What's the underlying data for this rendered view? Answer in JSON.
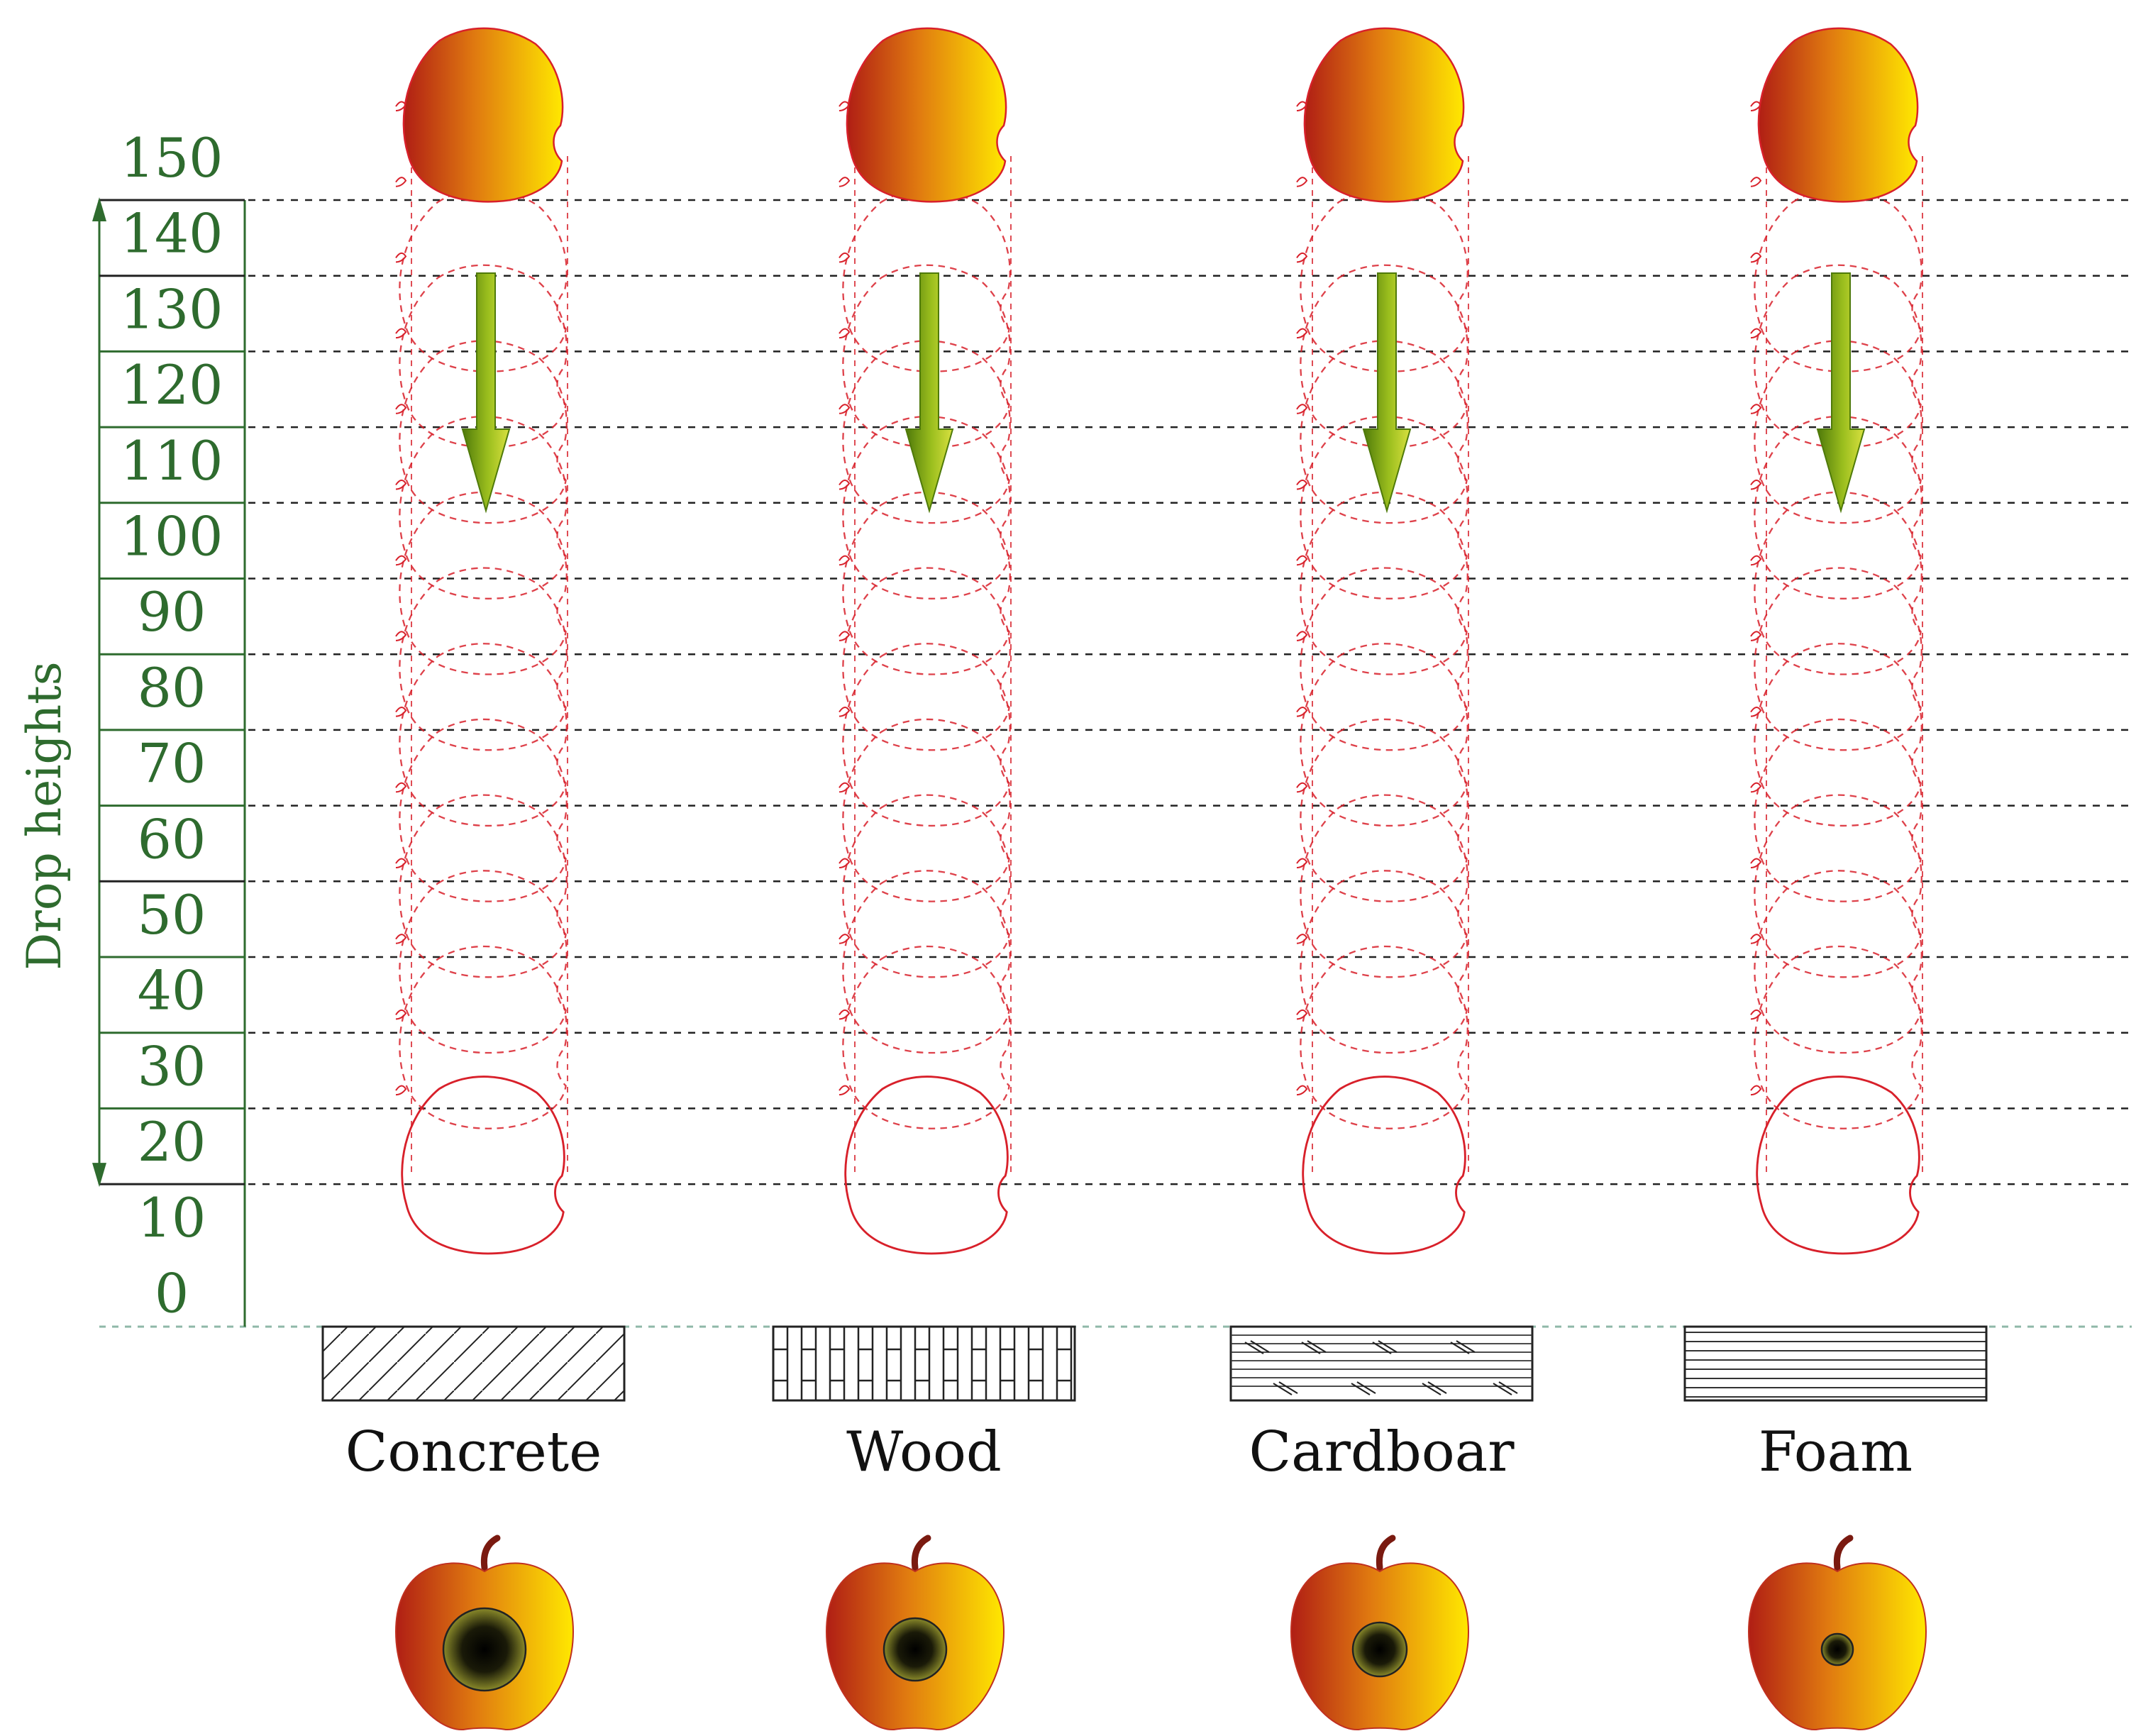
{
  "axis": {
    "title": "Drop heights",
    "ticks": [
      "150",
      "140",
      "130",
      "120",
      "110",
      "100",
      "90",
      "80",
      "70",
      "60",
      "50",
      "40",
      "30",
      "20",
      "10",
      "0"
    ],
    "label_color": "#2e6b2e"
  },
  "surfaces": [
    {
      "name": "Concrete",
      "pattern": "diagonal-hatch",
      "bruise_size": "large"
    },
    {
      "name": "Wood",
      "pattern": "vertical-grain",
      "bruise_size": "medium"
    },
    {
      "name": "Cardboar",
      "pattern": "layered-corrugated",
      "bruise_size": "small-medium"
    },
    {
      "name": "Foam",
      "pattern": "horizontal-lines",
      "bruise_size": "small"
    }
  ],
  "colors": {
    "apple_dark": "#b01e14",
    "apple_mid": "#e07a10",
    "apple_light": "#ffe800",
    "outline": "#d8202a",
    "arrow_dark": "#4f7a0a",
    "arrow_light": "#c8d838",
    "grid": "#222222",
    "ground": "#8fb8a8"
  },
  "icons": {
    "falling_apple": "apple-falling-icon",
    "drop_arrow": "down-arrow-icon",
    "bruised_apple": "bruised-apple-icon"
  }
}
